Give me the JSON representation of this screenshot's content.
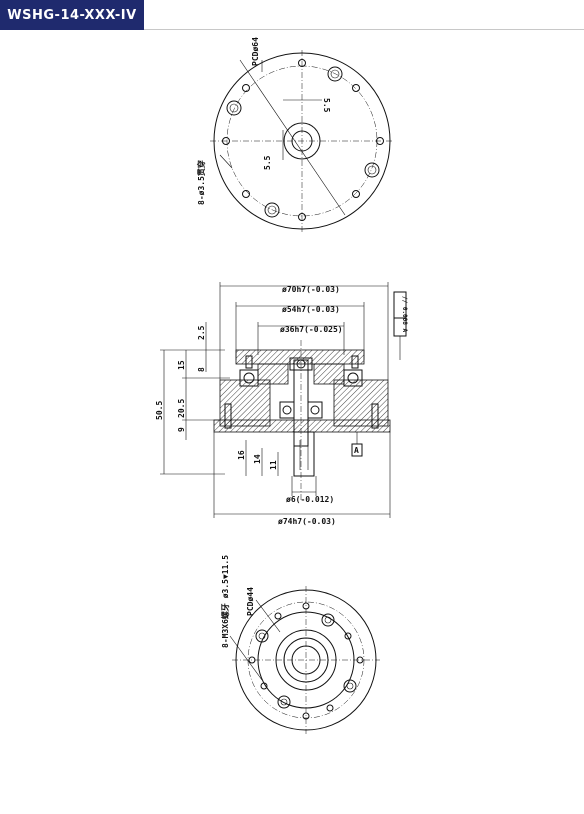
{
  "header": {
    "model_code": "WSHG-14-XXX-IV"
  },
  "top_view": {
    "pcd_label": "PCDø64",
    "dim_horizontal": "5.5",
    "dim_vertical": "5.5",
    "holes_label": "8-ø3.5贯穿"
  },
  "section_view": {
    "dia_70": "ø70h7(-0.03)",
    "dia_54": "ø54h7(-0.03)",
    "dia_36": "ø36h7(-0.025)",
    "dia_6": "ø6(-0.012)",
    "dia_74": "ø74h7(-0.03)",
    "dim_2_5": "2.5",
    "dim_15": "15",
    "dim_8": "8",
    "dim_20_5": "20.5",
    "dim_9": "9",
    "dim_50_5": "50.5",
    "dim_16": "16",
    "dim_14": "14",
    "dim_11": "11",
    "tolerance_frame": "// 0.008 A",
    "datum": "A"
  },
  "bottom_view": {
    "thread_label": "8-M3X6螺牙 ø3.5▼11.5",
    "pcd_label": "PCDø44"
  }
}
